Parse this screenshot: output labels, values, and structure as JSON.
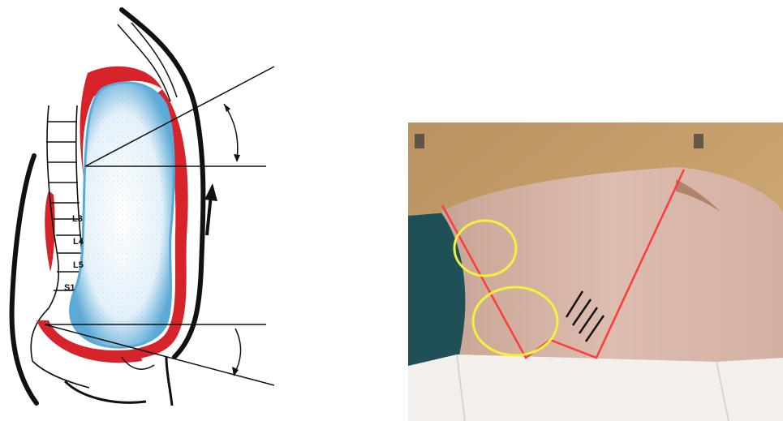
{
  "left_diagram": {
    "vertebra_labels": [
      "L3",
      "L4",
      "L5",
      "S1"
    ]
  },
  "right_photo": {
    "corner_marks": [
      "",
      ""
    ]
  },
  "colors": {
    "tissue_red": "#d6242a",
    "cavity_blue": "#5aa9d6",
    "outline_black": "#111111",
    "angle_line_red": "#ff3b3b",
    "circle_yellow": "#f2f23a",
    "skin_tone": "#d8b6a6",
    "wall_tone": "#c9a072",
    "shirt_teal": "#1f4f57",
    "sheet_white": "#f3f0ec"
  }
}
